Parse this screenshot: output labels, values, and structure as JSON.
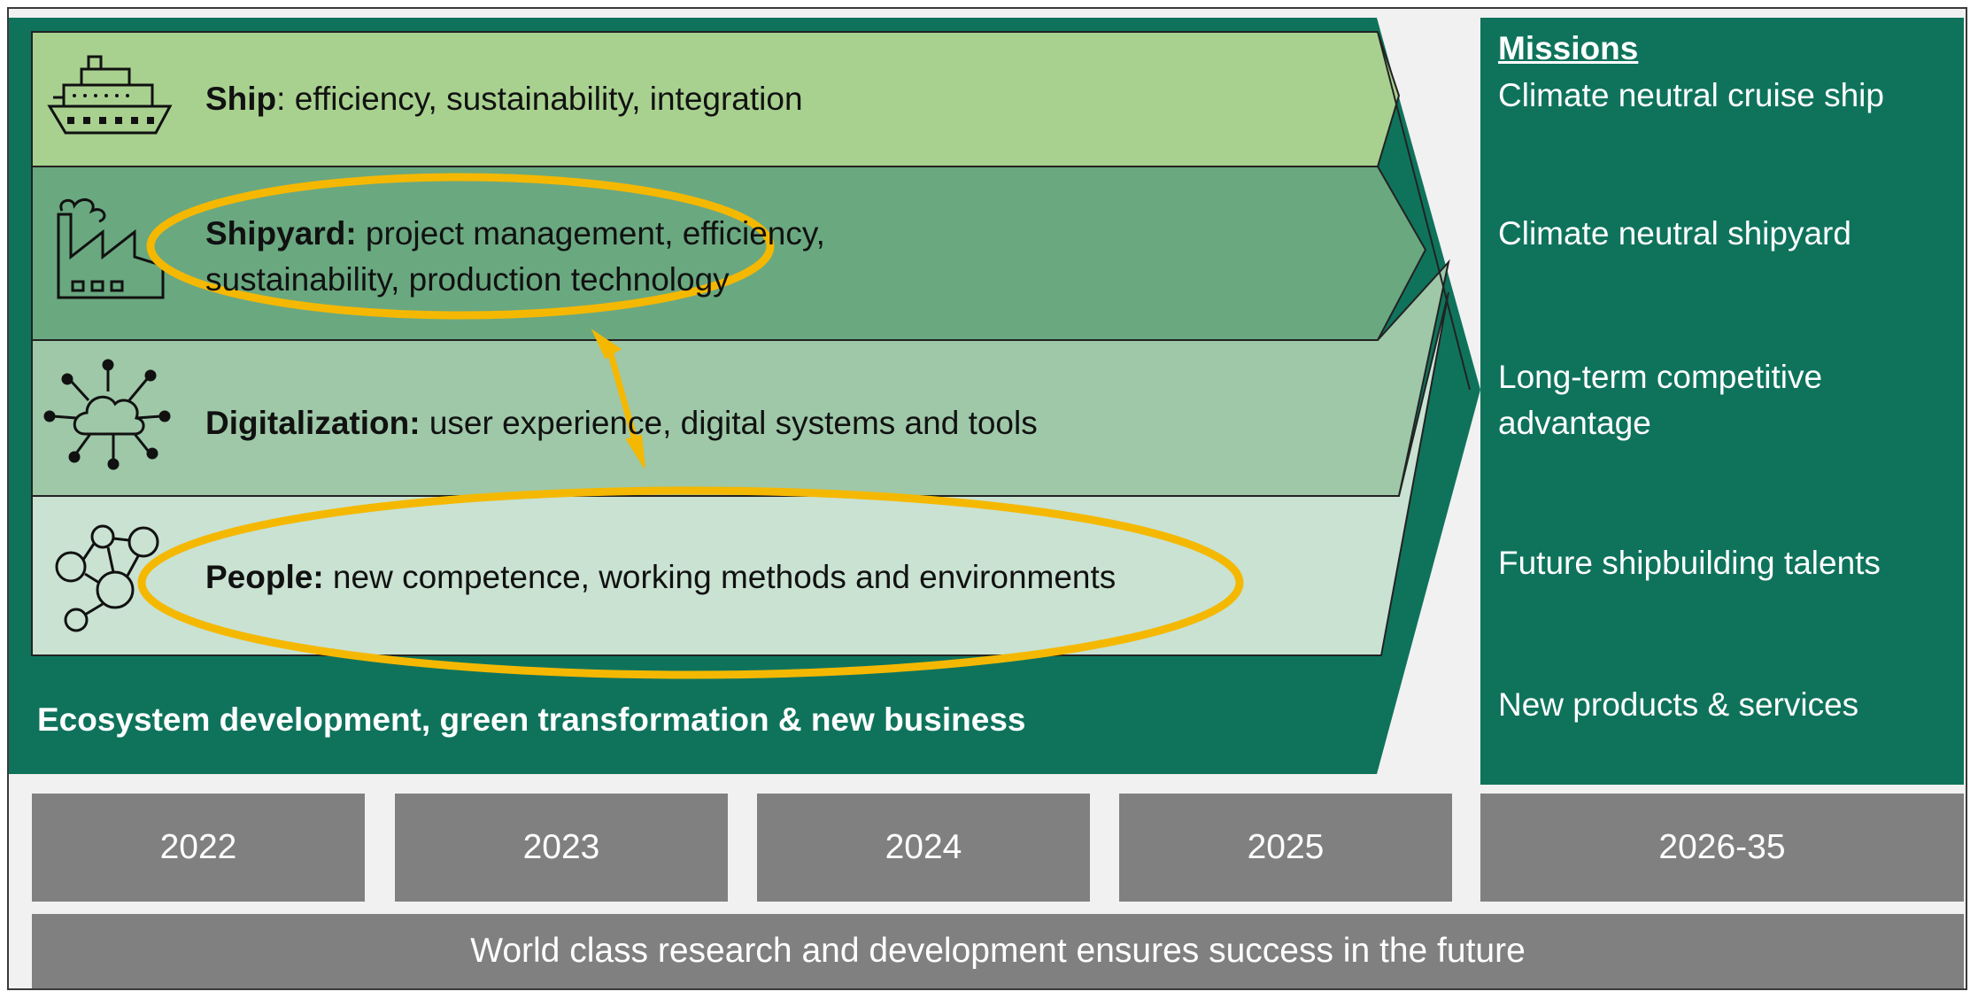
{
  "bands": [
    {
      "bold": "Ship",
      "rest": ": efficiency, sustainability, integration",
      "line2": "",
      "icon": "ship-icon"
    },
    {
      "bold": "Shipyard:",
      "rest": " project management, efficiency,",
      "line2": "sustainability, production technology",
      "icon": "factory-icon"
    },
    {
      "bold": "Digitalization:",
      "rest": " user experience, digital systems and tools",
      "line2": "",
      "icon": "cloud-network-icon"
    },
    {
      "bold": "People:",
      "rest": " new competence, working methods and environments",
      "line2": "",
      "icon": "people-network-icon"
    }
  ],
  "ecosystem_label": "Ecosystem development, green transformation & new business",
  "missions": {
    "title": "Missions",
    "items": [
      "Climate neutral cruise ship",
      "Climate neutral shipyard",
      "Long-term competitive advantage",
      "Future shipbuilding talents",
      "New products & services"
    ]
  },
  "years": [
    "2022",
    "2023",
    "2024",
    "2025",
    "2026-35"
  ],
  "footer": "World class research and development ensures success in the future",
  "colors": {
    "dark_green": "#0f735c",
    "ship_band": "#a8d18f",
    "shipyard_band": "#6aa880",
    "digital_band": "#9ec8a8",
    "people_band": "#c9e2d2",
    "highlight": "#f5b800",
    "gray": "#808080"
  }
}
